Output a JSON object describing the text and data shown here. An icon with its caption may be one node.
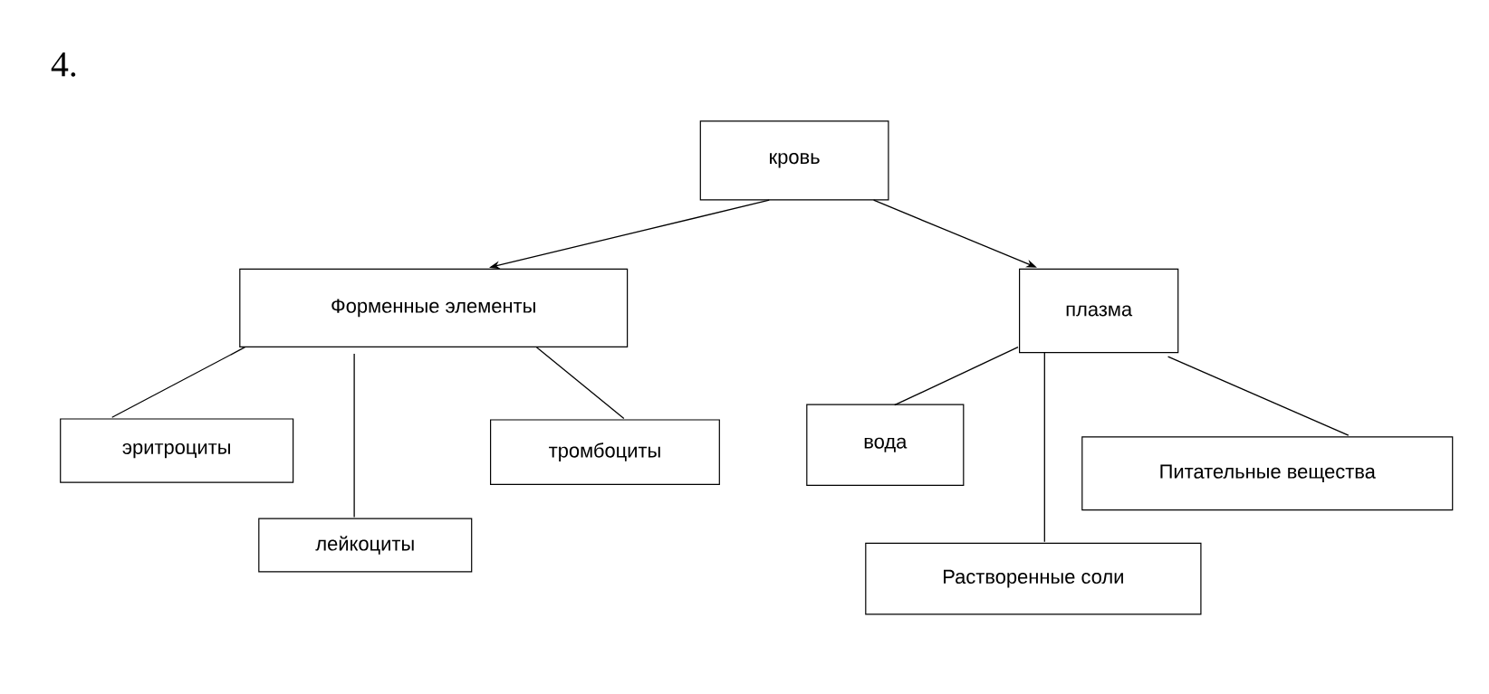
{
  "diagram": {
    "nodes": [
      {
        "text": [
          "кровь"
        ]
      },
      {
        "text": [
          "Форменные элементы"
        ]
      },
      {
        "text": [
          "плазма"
        ]
      },
      {
        "text": [
          "эритроциты"
        ]
      },
      {
        "text": [
          "лейкоциты"
        ]
      },
      {
        "text": [
          "тромбоциты"
        ]
      },
      {
        "text": [
          "вода"
        ]
      },
      {
        "text": [
          "Растворенные соли"
        ]
      },
      {
        "text": [
          "Питательные вещества"
        ]
      }
    ],
    "edges": [
      {
        "from": 0,
        "to": 1,
        "arrow": "to"
      },
      {
        "from": 0,
        "to": 2,
        "arrow": "to"
      },
      {
        "from": 1,
        "to": 3,
        "arrow": "none"
      },
      {
        "from": 1,
        "to": 4,
        "arrow": "none"
      },
      {
        "from": 1,
        "to": 5,
        "arrow": "none"
      },
      {
        "from": 2,
        "to": 6,
        "arrow": "none"
      },
      {
        "from": 2,
        "to": 7,
        "arrow": "none"
      },
      {
        "from": 2,
        "to": 8,
        "arrow": "none"
      }
    ],
    "labels": [
      "4."
    ]
  }
}
